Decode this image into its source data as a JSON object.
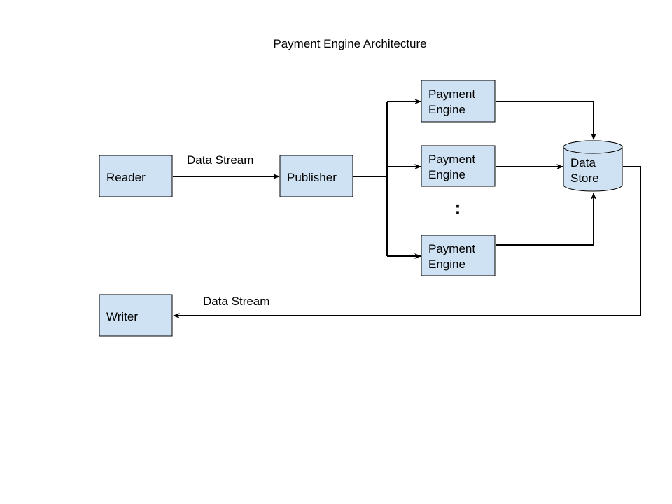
{
  "title": "Payment Engine Architecture",
  "colors": {
    "node_fill": "#cfe2f3",
    "stroke": "#000000",
    "background": "#ffffff"
  },
  "nodes": {
    "reader": {
      "label": "Reader"
    },
    "publisher": {
      "label": "Publisher"
    },
    "payment_engines": [
      {
        "line1": "Payment",
        "line2": "Engine"
      },
      {
        "line1": "Payment",
        "line2": "Engine"
      },
      {
        "line1": "Payment",
        "line2": "Engine"
      }
    ],
    "ellipsis": ":",
    "data_store": {
      "line1": "Data",
      "line2": "Store"
    },
    "writer": {
      "label": "Writer"
    }
  },
  "edges": {
    "reader_to_publisher": {
      "label": "Data Stream"
    },
    "data_store_to_writer": {
      "label": "Data Stream"
    }
  }
}
